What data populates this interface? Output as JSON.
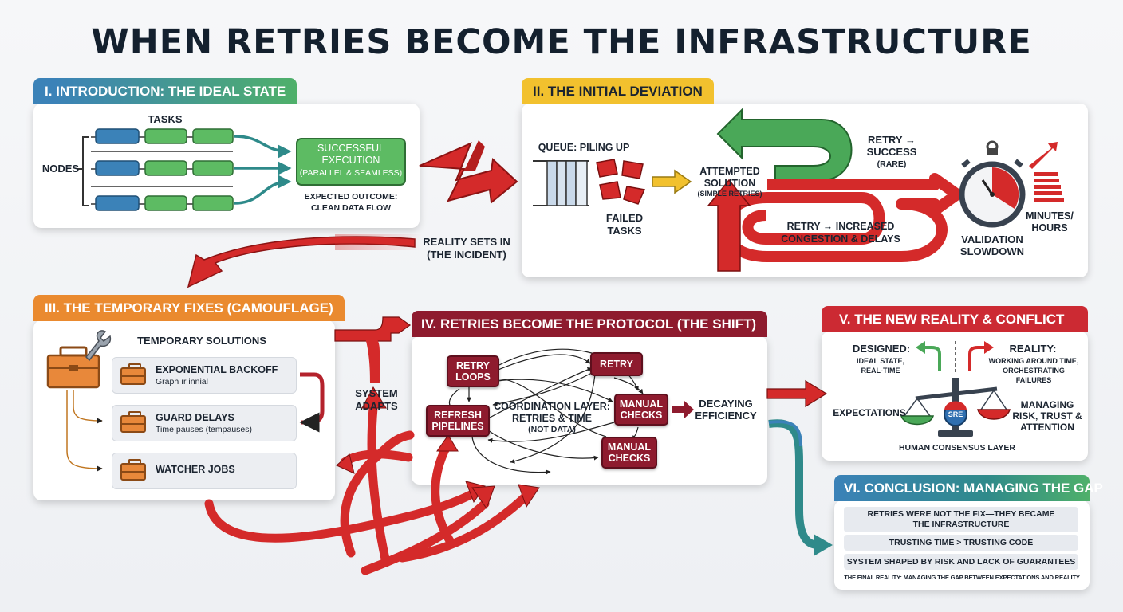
{
  "title": "WHEN RETRIES BECOME THE INFRASTRUCTURE",
  "colors": {
    "intro": "#3b82b8",
    "deviation": "#f2c12e",
    "fixes": "#ea8a2f",
    "protocol": "#8e1b2e",
    "new_reality": "#cc2a33",
    "conclusion": "#2f8a8a",
    "arrow_red": "#d42a2a",
    "node_blue": "#3b82b8",
    "task_green": "#5dbb63"
  },
  "intro": {
    "header": "I. INTRODUCTION: THE IDEAL STATE",
    "tasks_label": "TASKS",
    "nodes_label": "NODES",
    "success_line1": "SUCCESSFUL",
    "success_line2": "EXECUTION",
    "success_line3": "(PARALLEL & SEAMLESS)",
    "expected_line1": "EXPECTED OUTCOME:",
    "expected_line2": "CLEAN DATA FLOW"
  },
  "reality": {
    "line1": "REALITY SETS IN",
    "line2": "(THE INCIDENT)"
  },
  "deviation": {
    "header": "II. THE INITIAL DEVIATION",
    "queue": "QUEUE: PILING UP",
    "failed_line1": "FAILED",
    "failed_line2": "TASKS",
    "attempt_line1": "ATTEMPTED",
    "attempt_line2": "SOLUTION",
    "attempt_line3": "(SIMPLE RETRIES)",
    "retry_success_line1": "RETRY →",
    "retry_success_line2": "SUCCESS",
    "retry_success_line3": "(RARE)",
    "congestion_line1": "RETRY → INCREASED",
    "congestion_line2": "CONGESTION & DELAYS",
    "validation_line1": "VALIDATION",
    "validation_line2": "SLOWDOWN",
    "minutes_line1": "MINUTES/",
    "minutes_line2": "HOURS",
    "icons": [
      "stopwatch-icon",
      "rising-bars-icon"
    ]
  },
  "fixes": {
    "header": "III. THE TEMPORARY FIXES (CAMOUFLAGE)",
    "subtitle": "TEMPORARY SOLUTIONS",
    "items": [
      {
        "title": "EXPONENTIAL BACKOFF",
        "sub": "Graph ır innial",
        "icon": "growth-chart-icon"
      },
      {
        "title": "GUARD DELAYS",
        "sub": "Time pauses (tempauses)",
        "icon": "stopwatch-icon"
      },
      {
        "title": "WATCHER JOBS",
        "sub": "",
        "icon": ""
      }
    ],
    "toolbox_icon": "toolbox-icon"
  },
  "adapts": {
    "line1": "SYSTEM",
    "line2": "ADAPTS"
  },
  "protocol": {
    "header": "IV. RETRIES BECOME THE PROTOCOL (THE SHIFT)",
    "retry_loops_line1": "RETRY",
    "retry_loops_line2": "LOOPS",
    "retry": "RETRY",
    "manual_checks_line1": "MANUAL",
    "manual_checks_line2": "CHECKS",
    "refresh_line1": "REFRESH",
    "refresh_line2": "PIPELINES",
    "manual_checks2_line1": "MANUAL",
    "manual_checks2_line2": "CHECKS",
    "coord_line1": "COORDINATION LAYER:",
    "coord_line2": "RETRIES & TIME",
    "coord_line3": "(NOT DATA)",
    "decaying_line1": "DECAYING",
    "decaying_line2": "EFFICIENCY"
  },
  "new_reality": {
    "header": "V. THE NEW REALITY & CONFLICT",
    "designed_title": "DESIGNED:",
    "designed_line1": "IDEAL STATE,",
    "designed_line2": "REAL-TIME",
    "reality_title": "REALITY:",
    "reality_line1": "WORKING AROUND TIME,",
    "reality_line2": "ORCHESTRATING",
    "reality_line3": "FAILURES",
    "expectations": "EXPECTATIONS",
    "managing_line1": "MANAGING",
    "managing_line2": "RISK, TRUST &",
    "managing_line3": "ATTENTION",
    "sre": "SRE",
    "consensus": "HUMAN CONSENSUS LAYER",
    "icon": "balance-scale-icon"
  },
  "conclusion": {
    "header": "VI. CONCLUSION: MANAGING THE GAP",
    "rows": [
      "RETRIES WERE NOT THE FIX—THEY BECAME THE INFRASTRUCTURE",
      "TRUSTING TIME > TRUSTING CODE",
      "SYSTEM SHAPED BY RISK AND LACK OF GUARANTEES"
    ],
    "final": "THE FINAL REALITY: MANAGING THE GAP BETWEEN EXPECTATIONS AND REALITY"
  }
}
